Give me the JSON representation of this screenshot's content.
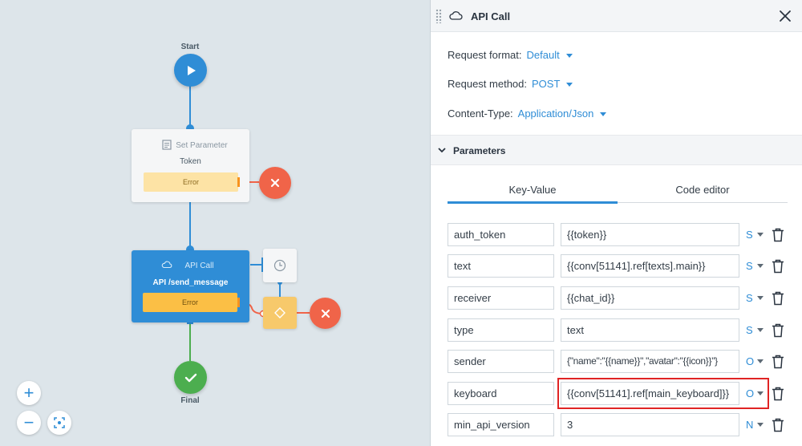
{
  "canvas": {
    "start_label": "Start",
    "final_label": "Final",
    "set_param_node": {
      "title": "Set Parameter",
      "subtitle": "Token",
      "error_label": "Error"
    },
    "api_node": {
      "title": "API Call",
      "subtitle": "API /send_message",
      "error_label": "Error"
    },
    "zoom_in_glyph": "+",
    "zoom_out_glyph": "−"
  },
  "panel": {
    "title": "API Call",
    "request_format_label": "Request format:",
    "request_format_value": "Default",
    "request_method_label": "Request method:",
    "request_method_value": "POST",
    "content_type_label": "Content-Type:",
    "content_type_value": "Application/Json",
    "parameters_title": "Parameters",
    "tabs": [
      {
        "label": "Key-Value",
        "active": true
      },
      {
        "label": "Code editor",
        "active": false
      }
    ],
    "params": [
      {
        "key": "auth_token",
        "value": "{{token}}",
        "type": "S"
      },
      {
        "key": "text",
        "value": "{{conv[51141].ref[texts].main}}",
        "type": "S"
      },
      {
        "key": "receiver",
        "value": "{{chat_id}}",
        "type": "S"
      },
      {
        "key": "type",
        "value": "text",
        "type": "S"
      },
      {
        "key": "sender",
        "value": "{\"name\":\"{{name}}\",\"avatar\":\"{{icon}}\"}",
        "type": "O"
      },
      {
        "key": "keyboard",
        "value": "{{conv[51141].ref[main_keyboard]}}",
        "type": "O"
      },
      {
        "key": "min_api_version",
        "value": "3",
        "type": "N"
      }
    ]
  },
  "colors": {
    "accent": "#2f8dd6",
    "canvas_bg": "#dde5ea",
    "start_node": "#2f8dd6",
    "final_node": "#4cae4f",
    "error_node": "#f06449",
    "error_bar_light": "#fde3a5",
    "error_bar_dark": "#fbbf45",
    "condition_node": "#f7c96b",
    "highlight": "#e02424"
  },
  "icons": [
    "play-icon",
    "check-icon",
    "close-icon",
    "document-icon",
    "cloud-icon",
    "clock-icon",
    "diamond-icon",
    "trash-icon",
    "fit-screen-icon",
    "chevron-down-icon",
    "drag-grip-icon"
  ]
}
